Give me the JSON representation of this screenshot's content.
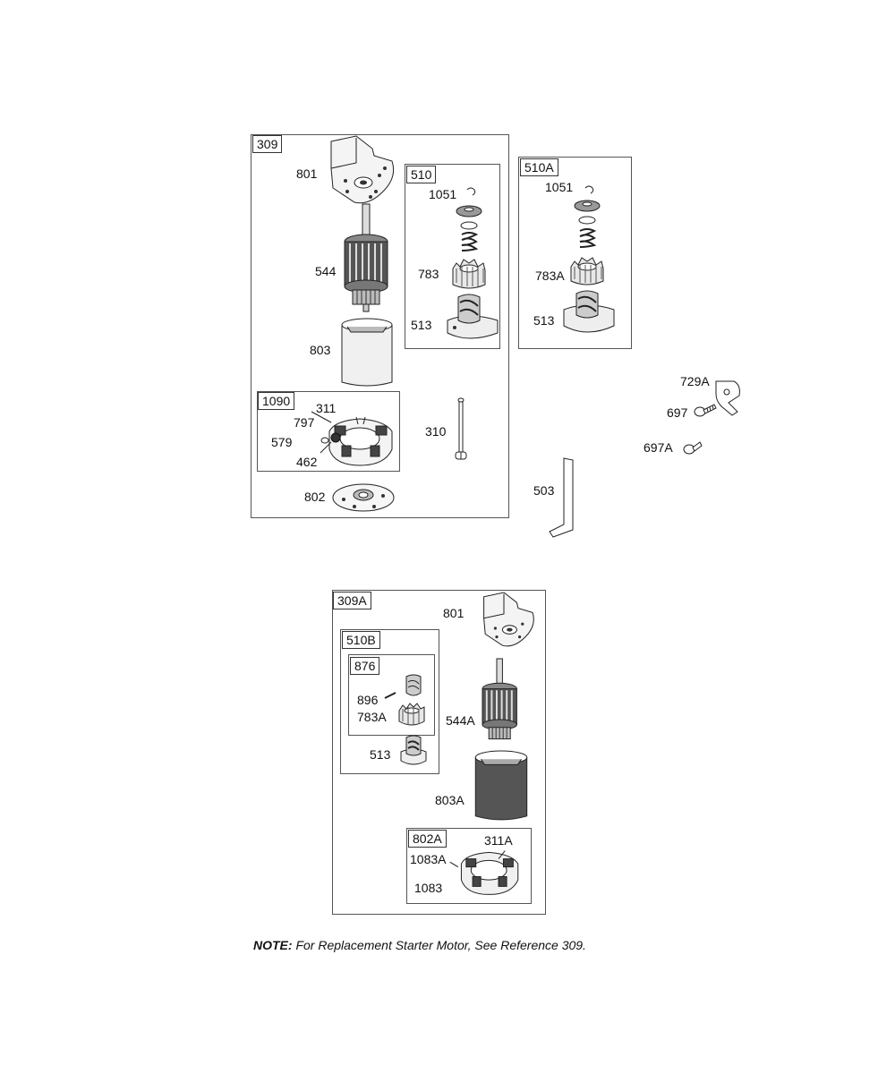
{
  "assemblies": {
    "a309": "309",
    "a510": "510",
    "a510A": "510A",
    "a1090": "1090",
    "a309A": "309A",
    "a510B": "510B",
    "a876": "876",
    "a802A": "802A"
  },
  "callouts": {
    "top_801": "801",
    "top_544": "544",
    "top_803": "803",
    "top_311": "311",
    "top_797": "797",
    "top_579": "579",
    "top_462": "462",
    "top_802": "802",
    "top_310": "310",
    "s510_1051": "1051",
    "s510_783": "783",
    "s510_513": "513",
    "s510A_1051": "1051",
    "s510A_783A": "783A",
    "s510A_513": "513",
    "p729A": "729A",
    "p697": "697",
    "p697A": "697A",
    "p503": "503",
    "bot_801": "801",
    "bot_896": "896",
    "bot_783A": "783A",
    "bot_513": "513",
    "bot_544A": "544A",
    "bot_803A": "803A",
    "bot_311A": "311A",
    "bot_1083A": "1083A",
    "bot_1083": "1083"
  },
  "note": {
    "label": "NOTE:",
    "text": " For Replacement Starter Motor, See Reference 309."
  }
}
